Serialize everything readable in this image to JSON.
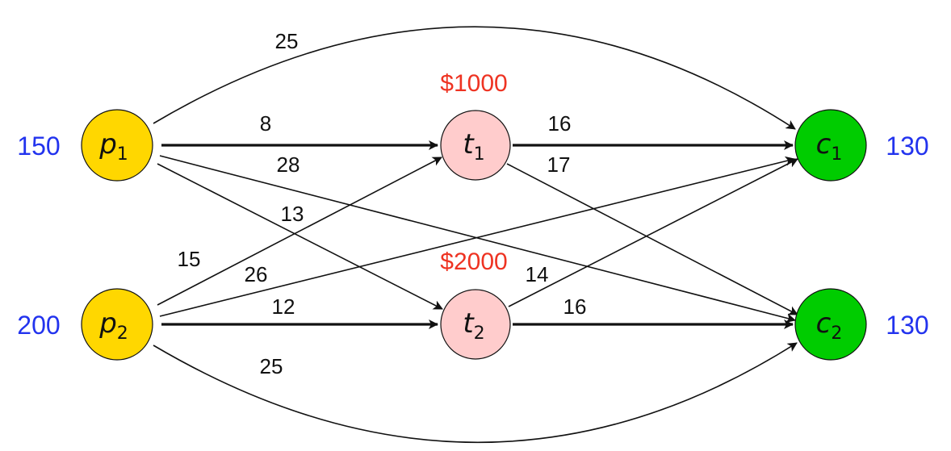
{
  "colors": {
    "producer_fill": "#ffd700",
    "transshipment_fill": "#ffcccc",
    "consumer_fill": "#00cc00",
    "supply_text": "#2233ee",
    "fixed_cost_text": "#ee3322",
    "edge": "#111111"
  },
  "nodes": {
    "p1": {
      "base": "p",
      "sub": "1",
      "amount": "150"
    },
    "p2": {
      "base": "p",
      "sub": "2",
      "amount": "200"
    },
    "t1": {
      "base": "t",
      "sub": "1",
      "fixed_cost": "$1000"
    },
    "t2": {
      "base": "t",
      "sub": "2",
      "fixed_cost": "$2000"
    },
    "c1": {
      "base": "c",
      "sub": "1",
      "amount": "130"
    },
    "c2": {
      "base": "c",
      "sub": "2",
      "amount": "130"
    }
  },
  "edges": [
    {
      "id": "p1-c1",
      "from": "p1",
      "to": "c1",
      "cost": "25"
    },
    {
      "id": "p1-t1",
      "from": "p1",
      "to": "t1",
      "cost": "8"
    },
    {
      "id": "p1-c2",
      "from": "p1",
      "to": "c2",
      "cost": "28"
    },
    {
      "id": "p1-t2",
      "from": "p1",
      "to": "t2",
      "cost": "13"
    },
    {
      "id": "t1-c1",
      "from": "t1",
      "to": "c1",
      "cost": "16"
    },
    {
      "id": "t1-c2",
      "from": "t1",
      "to": "c2",
      "cost": "17"
    },
    {
      "id": "p2-t1",
      "from": "p2",
      "to": "t1",
      "cost": "15"
    },
    {
      "id": "p2-c1",
      "from": "p2",
      "to": "c1",
      "cost": "26"
    },
    {
      "id": "p2-t2",
      "from": "p2",
      "to": "t2",
      "cost": "12"
    },
    {
      "id": "p2-c2",
      "from": "p2",
      "to": "c2",
      "cost": "25"
    },
    {
      "id": "t2-c1",
      "from": "t2",
      "to": "c1",
      "cost": "14"
    },
    {
      "id": "t2-c2",
      "from": "t2",
      "to": "c2",
      "cost": "16"
    }
  ]
}
